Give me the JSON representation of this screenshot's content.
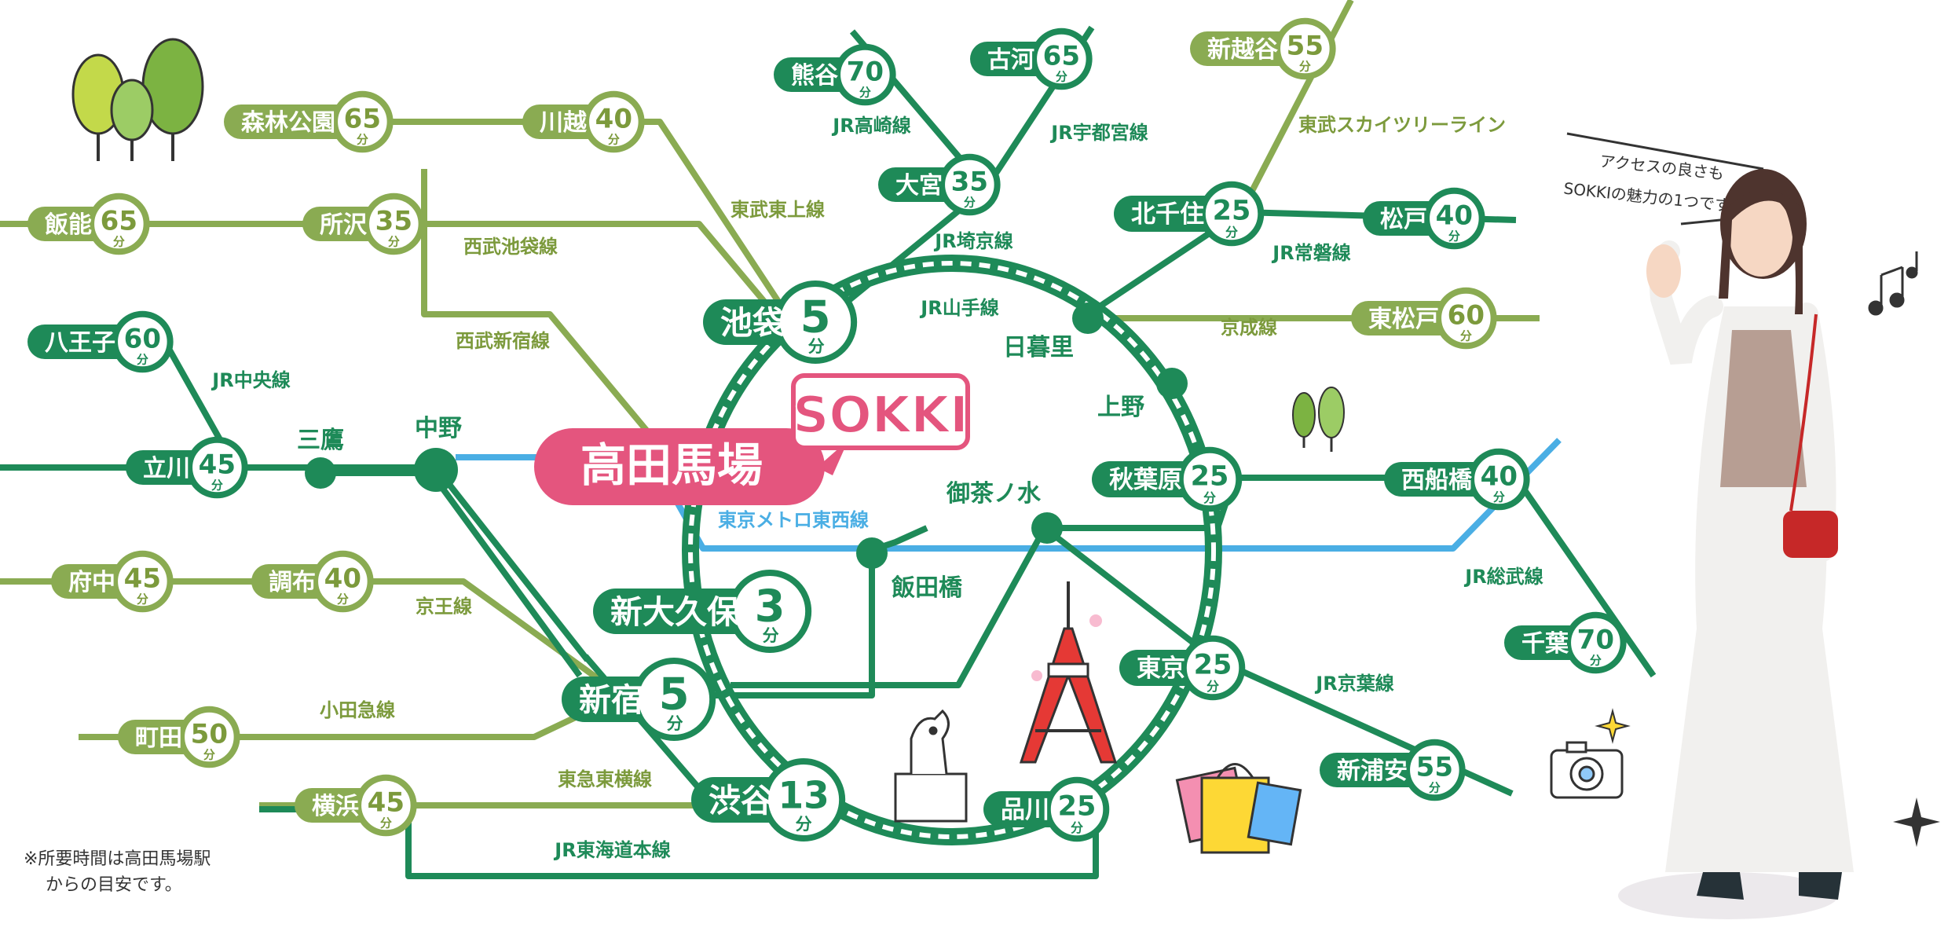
{
  "colors": {
    "dark_green": "#1e8a58",
    "light_green": "#8aab52",
    "metro_blue": "#4aaee4",
    "hub_pink": "#e4557e",
    "label_dark": "#1e8a58",
    "label_light": "#7c9a3c"
  },
  "hub": {
    "name": "高田馬場",
    "logo": "SOKKI"
  },
  "unit": "分",
  "stations": [
    {
      "id": "shinrinkoen",
      "name": "森林公園",
      "minutes": "65",
      "tone": "light"
    },
    {
      "id": "kawagoe",
      "name": "川越",
      "minutes": "40",
      "tone": "light"
    },
    {
      "id": "hanno",
      "name": "飯能",
      "minutes": "65",
      "tone": "light"
    },
    {
      "id": "tokorozawa",
      "name": "所沢",
      "minutes": "35",
      "tone": "light"
    },
    {
      "id": "hachioji",
      "name": "八王子",
      "minutes": "60",
      "tone": "dark"
    },
    {
      "id": "tachikawa",
      "name": "立川",
      "minutes": "45",
      "tone": "dark"
    },
    {
      "id": "fuchu",
      "name": "府中",
      "minutes": "45",
      "tone": "light"
    },
    {
      "id": "chofu",
      "name": "調布",
      "minutes": "40",
      "tone": "light"
    },
    {
      "id": "machida",
      "name": "町田",
      "minutes": "50",
      "tone": "light"
    },
    {
      "id": "yokohama",
      "name": "横浜",
      "minutes": "45",
      "tone": "light"
    },
    {
      "id": "kumagaya",
      "name": "熊谷",
      "minutes": "70",
      "tone": "dark"
    },
    {
      "id": "koga",
      "name": "古河",
      "minutes": "65",
      "tone": "dark"
    },
    {
      "id": "omiya",
      "name": "大宮",
      "minutes": "35",
      "tone": "dark"
    },
    {
      "id": "ikebukuro",
      "name": "池袋",
      "minutes": "5",
      "tone": "dark"
    },
    {
      "id": "shinkoshigaya",
      "name": "新越谷",
      "minutes": "55",
      "tone": "light"
    },
    {
      "id": "kitasenju",
      "name": "北千住",
      "minutes": "25",
      "tone": "dark"
    },
    {
      "id": "matsudo",
      "name": "松戸",
      "minutes": "40",
      "tone": "dark"
    },
    {
      "id": "higashimatsudo",
      "name": "東松戸",
      "minutes": "60",
      "tone": "light"
    },
    {
      "id": "akihabara",
      "name": "秋葉原",
      "minutes": "25",
      "tone": "dark"
    },
    {
      "id": "nishifunabashi",
      "name": "西船橋",
      "minutes": "40",
      "tone": "dark"
    },
    {
      "id": "chiba",
      "name": "千葉",
      "minutes": "70",
      "tone": "dark"
    },
    {
      "id": "tokyo",
      "name": "東京",
      "minutes": "25",
      "tone": "dark"
    },
    {
      "id": "shinurayasu",
      "name": "新浦安",
      "minutes": "55",
      "tone": "dark"
    },
    {
      "id": "shinokubo",
      "name": "新大久保",
      "minutes": "3",
      "tone": "dark"
    },
    {
      "id": "shinjuku",
      "name": "新宿",
      "minutes": "5",
      "tone": "dark"
    },
    {
      "id": "shibuya",
      "name": "渋谷",
      "minutes": "13",
      "tone": "dark"
    },
    {
      "id": "shinagawa",
      "name": "品川",
      "minutes": "25",
      "tone": "dark"
    }
  ],
  "junctions": [
    {
      "id": "mitaka",
      "name": "三鷹"
    },
    {
      "id": "nakano",
      "name": "中野"
    },
    {
      "id": "nippori",
      "name": "日暮里"
    },
    {
      "id": "ueno",
      "name": "上野"
    },
    {
      "id": "ochanomizu",
      "name": "御茶ノ水"
    },
    {
      "id": "iidabashi",
      "name": "飯田橋"
    }
  ],
  "line_labels": [
    {
      "id": "tobu_tojo",
      "text": "東武東上線",
      "tone": "light"
    },
    {
      "id": "seibu_ikebukuro",
      "text": "西武池袋線",
      "tone": "light"
    },
    {
      "id": "seibu_shinjuku",
      "text": "西武新宿線",
      "tone": "light"
    },
    {
      "id": "jr_chuo",
      "text": "JR中央線",
      "tone": "dark"
    },
    {
      "id": "keio",
      "text": "京王線",
      "tone": "light"
    },
    {
      "id": "odakyu",
      "text": "小田急線",
      "tone": "light"
    },
    {
      "id": "tokyu_toyoko",
      "text": "東急東横線",
      "tone": "light"
    },
    {
      "id": "jr_tokaido",
      "text": "JR東海道本線",
      "tone": "dark"
    },
    {
      "id": "jr_takasaki",
      "text": "JR高崎線",
      "tone": "dark"
    },
    {
      "id": "jr_utsunomiya",
      "text": "JR宇都宮線",
      "tone": "dark"
    },
    {
      "id": "jr_saikyo",
      "text": "JR埼京線",
      "tone": "dark"
    },
    {
      "id": "tobu_skytree",
      "text": "東武スカイツリーライン",
      "tone": "light"
    },
    {
      "id": "jr_joban",
      "text": "JR常磐線",
      "tone": "dark"
    },
    {
      "id": "keisei",
      "text": "京成線",
      "tone": "light"
    },
    {
      "id": "jr_yamanote",
      "text": "JR山手線",
      "tone": "dark"
    },
    {
      "id": "metro_tozai",
      "text": "東京メトロ東西線",
      "tone": "blue"
    },
    {
      "id": "jr_sobu",
      "text": "JR総武線",
      "tone": "dark"
    },
    {
      "id": "jr_keiyo",
      "text": "JR京葉線",
      "tone": "dark"
    }
  ],
  "speech": [
    "アクセスの良さも",
    "SOKKIの魅力の1つです!"
  ],
  "footnote": [
    "※所要時間は高田馬場駅",
    "からの目安です。"
  ],
  "icons": [
    "trees-icon",
    "small-trees-icon",
    "tokyo-tower-icon",
    "hachiko-statue-icon",
    "shopping-bags-icon",
    "camera-icon",
    "music-notes-icon",
    "sparkle-icon",
    "person-waving-illustration"
  ]
}
